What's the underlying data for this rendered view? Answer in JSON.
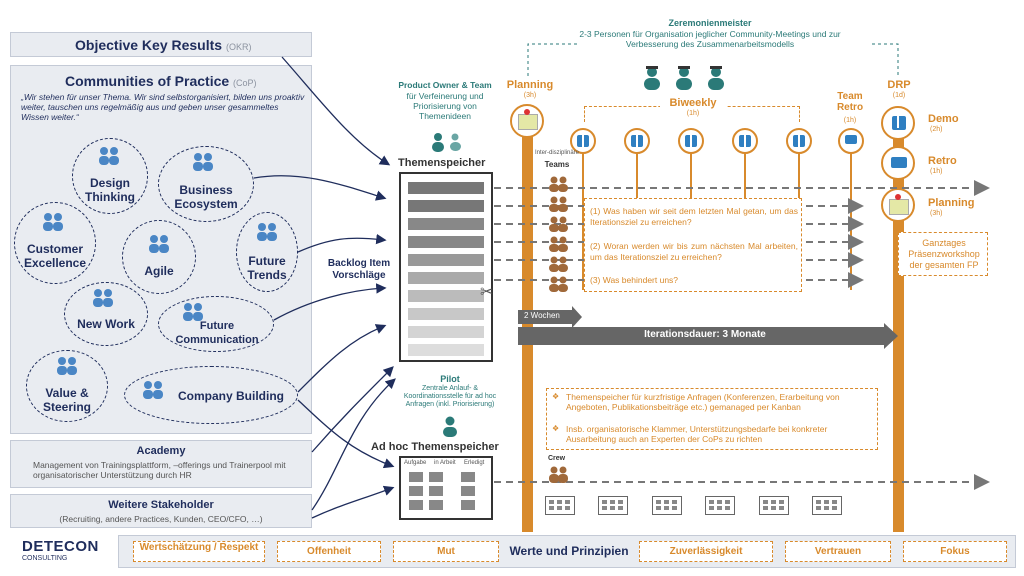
{
  "okr": {
    "title": "Objective Key Results",
    "abbr": "(OKR)"
  },
  "cop": {
    "title": "Communities of Practice",
    "abbr": "(CoP)",
    "quote": "„Wir stehen für unser Thema. Wir sind selbstorganisiert, bilden uns proaktiv weiter, tauschen uns regelmäßig aus und geben unser gesammeltes Wissen weiter.“",
    "communities": [
      "Design Thinking",
      "Business Ecosystem",
      "Customer Excellence",
      "Agile",
      "Future Trends",
      "New Work",
      "Future Communication",
      "Value & Steering",
      "Company Building"
    ]
  },
  "academy": {
    "title": "Academy",
    "text": "Management von Trainingsplattform, –offerings und Trainerpool mit organisatorischer Unterstützung durch HR"
  },
  "stakeholder": {
    "title": "Weitere Stakeholder",
    "text": "(Recruiting, andere Practices, Kunden, CEO/CFO, …)"
  },
  "logo": {
    "name": "DETECON",
    "sub": "CONSULTING"
  },
  "po": {
    "title": "Product Owner & Team",
    "text": "für Verfeinerung und Priorisierung von Themenideen"
  },
  "themenspeicher": "Themenspeicher",
  "backlog": "Backlog Item Vorschläge",
  "pilot": {
    "title": "Pilot",
    "text": "Zentrale Anlauf- & Koordinationsstelle für ad hoc Anfragen (inkl. Priorisierung)"
  },
  "adhoc": {
    "title": "Ad hoc Themenspeicher",
    "cols": [
      "Aufgabe",
      "in Arbeit",
      "Erledigt"
    ]
  },
  "zeremonien": {
    "title": "Zeremonienmeister",
    "text": "2-3 Personen für Organisation jeglicher Community-Meetings und zur Verbesserung des Zusammenarbeitsmodells"
  },
  "planning": {
    "title": "Planning",
    "dur": "(3h)"
  },
  "biweekly": {
    "title": "Biweekly",
    "dur": "(1h)"
  },
  "teamretro": {
    "title": "Team Retro",
    "dur": "(1h)"
  },
  "drp": {
    "title": "DRP",
    "dur": "(1d)"
  },
  "demo": {
    "title": "Demo",
    "dur": "(2h)"
  },
  "retro": {
    "title": "Retro",
    "dur": "(1h)"
  },
  "planning2": {
    "title": "Planning",
    "dur": "(3h)"
  },
  "ganztages": "Ganztages Präsenzworkshop der gesamten FP",
  "teams": {
    "label1": "Inter-disziplinäre",
    "label2": "Teams"
  },
  "questions": [
    "(1)  Was haben wir seit dem letzten Mal getan, um das Iterationsziel zu erreichen?",
    "(2)  Woran werden wir bis zum nächsten Mal arbeiten, um das Iterationsziel zu erreichen?",
    "(3)  Was behindert uns?"
  ],
  "zwei_wochen": "2 Wochen",
  "iteration": "Iterationsdauer: 3 Monate",
  "bullets": [
    "Themenspeicher für kurzfristige Anfragen (Konferenzen, Erarbeitung von Angeboten, Publikationsbeiträge etc.) gemanaged per Kanban",
    "Insb. organisatorische Klammer, Unterstützungsbedarfe bei konkreter Ausarbeitung auch an Experten der CoPs zu richten"
  ],
  "crew": "Crew",
  "values": {
    "center": "Werte und Prinzipien",
    "left": [
      "Wertschätzung / Respekt",
      "Offenheit",
      "Mut"
    ],
    "right": [
      "Zuverlässigkeit",
      "Vertrauen",
      "Fokus"
    ]
  },
  "colors": {
    "navy": "#1f2d5c",
    "orange": "#d88a2c",
    "teal": "#2b7a78",
    "grey_box": "#e9ecf1"
  }
}
